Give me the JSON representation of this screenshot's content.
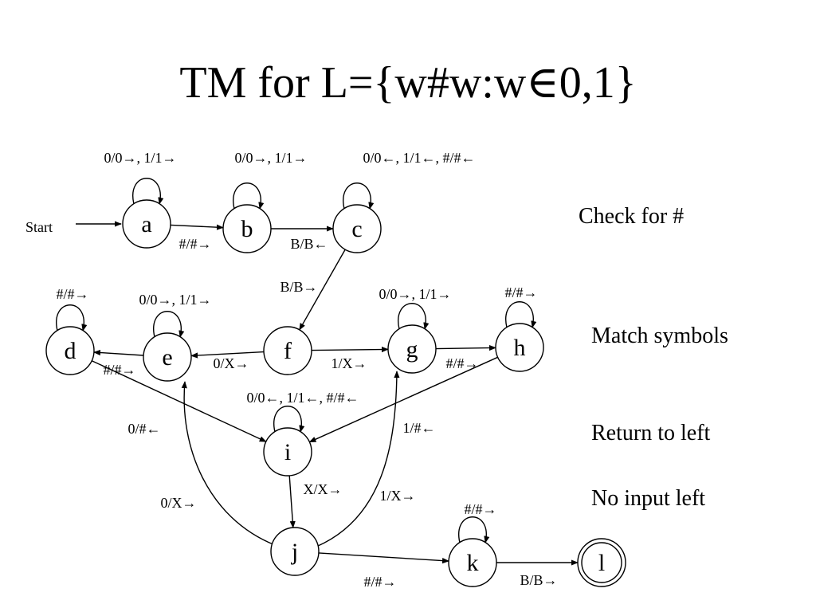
{
  "title": "TM for L={w#w:w∈0,1}",
  "start_label": "Start",
  "states": [
    {
      "id": "a",
      "label": "a"
    },
    {
      "id": "b",
      "label": "b"
    },
    {
      "id": "c",
      "label": "c"
    },
    {
      "id": "d",
      "label": "d"
    },
    {
      "id": "e",
      "label": "e"
    },
    {
      "id": "f",
      "label": "f"
    },
    {
      "id": "g",
      "label": "g"
    },
    {
      "id": "h",
      "label": "h"
    },
    {
      "id": "i",
      "label": "i"
    },
    {
      "id": "j",
      "label": "j"
    },
    {
      "id": "k",
      "label": "k"
    },
    {
      "id": "l",
      "label": "l",
      "accepting": true
    }
  ],
  "transitions": [
    {
      "from": "a",
      "to": "a",
      "label": "0/0→, 1/1→"
    },
    {
      "from": "a",
      "to": "b",
      "label": "#/#→"
    },
    {
      "from": "b",
      "to": "b",
      "label": "0/0→, 1/1→"
    },
    {
      "from": "b",
      "to": "c",
      "label": "B/B←"
    },
    {
      "from": "c",
      "to": "c",
      "label": "0/0←, 1/1←, #/#←"
    },
    {
      "from": "c",
      "to": "f",
      "label": "B/B→"
    },
    {
      "from": "d",
      "to": "d",
      "label": "#/#→"
    },
    {
      "from": "e",
      "to": "e",
      "label": "0/0→, 1/1→"
    },
    {
      "from": "e",
      "to": "d",
      "label": "#/#→"
    },
    {
      "from": "f",
      "to": "e",
      "label": "0/X→"
    },
    {
      "from": "f",
      "to": "g",
      "label": "1/X→"
    },
    {
      "from": "g",
      "to": "g",
      "label": "0/0→, 1/1→"
    },
    {
      "from": "g",
      "to": "h",
      "label": "#/#→"
    },
    {
      "from": "h",
      "to": "h",
      "label": "#/#→"
    },
    {
      "from": "d",
      "to": "i",
      "label": "0/#←"
    },
    {
      "from": "h",
      "to": "i",
      "label": "1/#←"
    },
    {
      "from": "i",
      "to": "i",
      "label": "0/0←, 1/1←, #/#←"
    },
    {
      "from": "i",
      "to": "j",
      "label": "X/X→"
    },
    {
      "from": "j",
      "to": "e",
      "label": "0/X→"
    },
    {
      "from": "j",
      "to": "g",
      "label": "1/X→"
    },
    {
      "from": "j",
      "to": "k",
      "label": "#/#→"
    },
    {
      "from": "k",
      "to": "k",
      "label": "#/#→"
    },
    {
      "from": "k",
      "to": "l",
      "label": "B/B→"
    }
  ],
  "section_labels": [
    "Check for #",
    "Match symbols",
    "Return to left",
    "No input left"
  ]
}
